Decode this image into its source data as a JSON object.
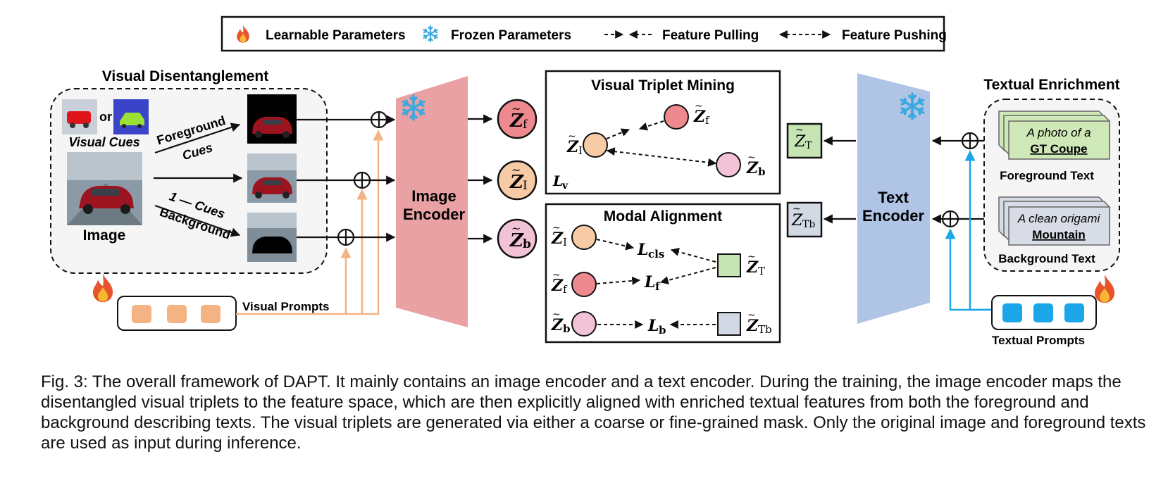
{
  "legend": {
    "learnable": "Learnable Parameters",
    "frozen": "Frozen Parameters",
    "pulling": "Feature Pulling",
    "pushing": "Feature Pushing"
  },
  "visual_disentanglement": {
    "title": "Visual Disentanglement",
    "or": "or",
    "visual_cues": "Visual Cues",
    "image": "Image",
    "fg_label_1": "Foreground",
    "fg_label_2": "Cues",
    "bg_label_1": "1 — Cues",
    "bg_label_2": "Background"
  },
  "visual_prompts": "Visual Prompts",
  "image_encoder": [
    "Image",
    "Encoder"
  ],
  "features": {
    "zf_base": "Z",
    "zf_sub": "f",
    "zi_base": "Z",
    "zi_sub": "I",
    "zb_base": "Z",
    "zb_sub": "b",
    "zt_base": "Z",
    "zt_sub": "T",
    "ztb_base": "Z",
    "ztb_sub": "Tb",
    "tilde": "~"
  },
  "triplet_mining": {
    "title": "Visual Triplet Mining",
    "loss": "L",
    "loss_sub": "v"
  },
  "modal_alignment": {
    "title": "Modal Alignment",
    "l_cls": "L",
    "l_cls_sub": "cls",
    "l_f": "L",
    "l_f_sub": "f",
    "l_b": "L",
    "l_b_sub": "b"
  },
  "text_encoder": [
    "Text",
    "Encoder"
  ],
  "textual_enrichment": {
    "title": "Textual Enrichment",
    "fg_card_line1": "A photo of a",
    "fg_card_line2": "GT Coupe",
    "fg_text": "Foreground Text",
    "bg_card_line1": "A clean origami",
    "bg_card_line2": "Mountain",
    "bg_text": "Background Text"
  },
  "textual_prompts": "Textual Prompts",
  "caption": "Fig. 3: The overall framework of DAPT. It mainly contains an image encoder and a text encoder. During the training, the image encoder maps the disentangled visual triplets to the feature space, which are then explicitly aligned with enriched textual features from both the foreground and background describing texts. The visual triplets are generated via either a coarse or fine-grained mask. Only the original image and foreground texts are used as input during inference.",
  "colors": {
    "image_encoder": "#e9a1a4",
    "text_encoder": "#b0c4e6",
    "visual_prompt": "#f4b383",
    "textual_prompt": "#1aa6e8",
    "zf": "#ee8a8f",
    "zi": "#f7cba6",
    "zb": "#f2c3d7",
    "zt": "#c6e4b4",
    "ztb": "#d2d9e4",
    "fg_card": "#cfe8b7",
    "bg_card": "#d7dce6",
    "flame": "#e8542c",
    "snowflake": "#3aa9e0"
  }
}
